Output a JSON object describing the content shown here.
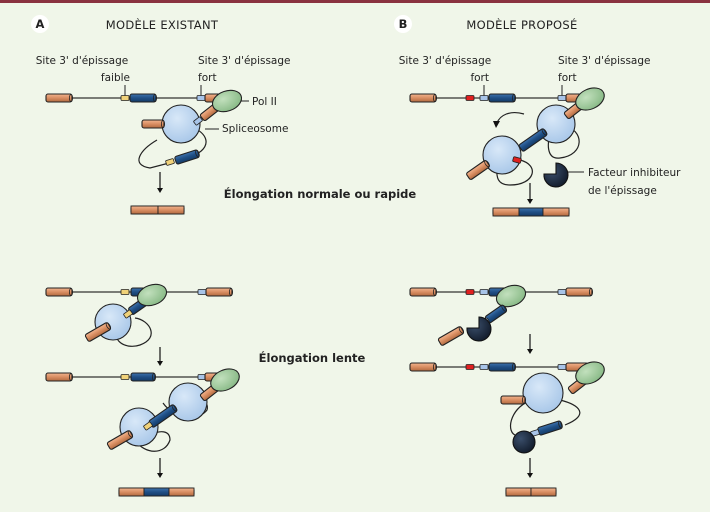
{
  "panel_a": {
    "badge": "A",
    "title": "MODÈLE EXISTANT",
    "label_weak_site_line1": "Site 3' d'épissage",
    "label_weak_site_line2": "faible",
    "label_strong_site_line1": "Site 3' d'épissage",
    "label_strong_site_line2": "fort",
    "label_pol2": "Pol II",
    "label_spliceosome": "Spliceosome"
  },
  "panel_b": {
    "badge": "B",
    "title": "MODÈLE PROPOSÉ",
    "label_site1_line1": "Site 3' d'épissage",
    "label_site1_line2": "fort",
    "label_site2_line1": "Site 3' d'épissage",
    "label_site2_line2": "fort",
    "label_inhibitor_line1": "Facteur inhibiteur",
    "label_inhibitor_line2": "de l'épissage"
  },
  "conditions": {
    "normal": "Élongation normale ou rapide",
    "slow": "Élongation lente"
  },
  "colors": {
    "background": "#f0f6e9",
    "top_border": "#8a3240",
    "exon_orange": "#d98e62",
    "exon_blue": "#1f4f85",
    "spliceosome": "#bcd6f0",
    "pol2": "#9cc79a",
    "inhibitor": "#1e2e45",
    "weak_site": "#f0d27a",
    "strong_site": "#a8c4e8",
    "red_site": "#e02020"
  }
}
